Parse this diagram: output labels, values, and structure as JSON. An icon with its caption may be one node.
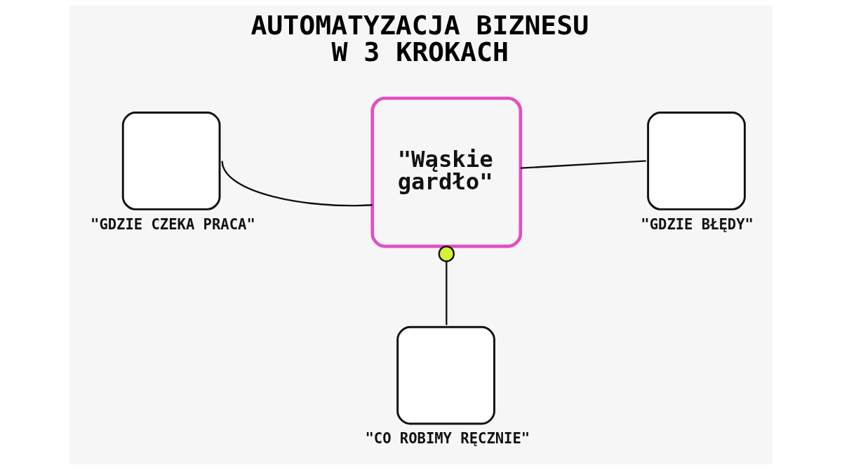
{
  "diagram": {
    "title": "AUTOMATYZACJA BIZNESU W 3 KROKACH",
    "nodes": [
      {
        "text": [
          "\"GDZIE CZEKA PRACA\""
        ]
      },
      {
        "text": [
          "\"GDZIE BŁĘDY\""
        ]
      },
      {
        "text": [
          "\"Wąskie gardło\""
        ]
      },
      {
        "text": [
          "\"CO ROBIMY RĘCZNIE\""
        ]
      }
    ],
    "edges": [
      {
        "from": 0,
        "to": 2,
        "arrow": "none"
      },
      {
        "from": 2,
        "to": 1,
        "arrow": "none"
      },
      {
        "from": 2,
        "to": 3,
        "arrow": "other"
      }
    ]
  }
}
